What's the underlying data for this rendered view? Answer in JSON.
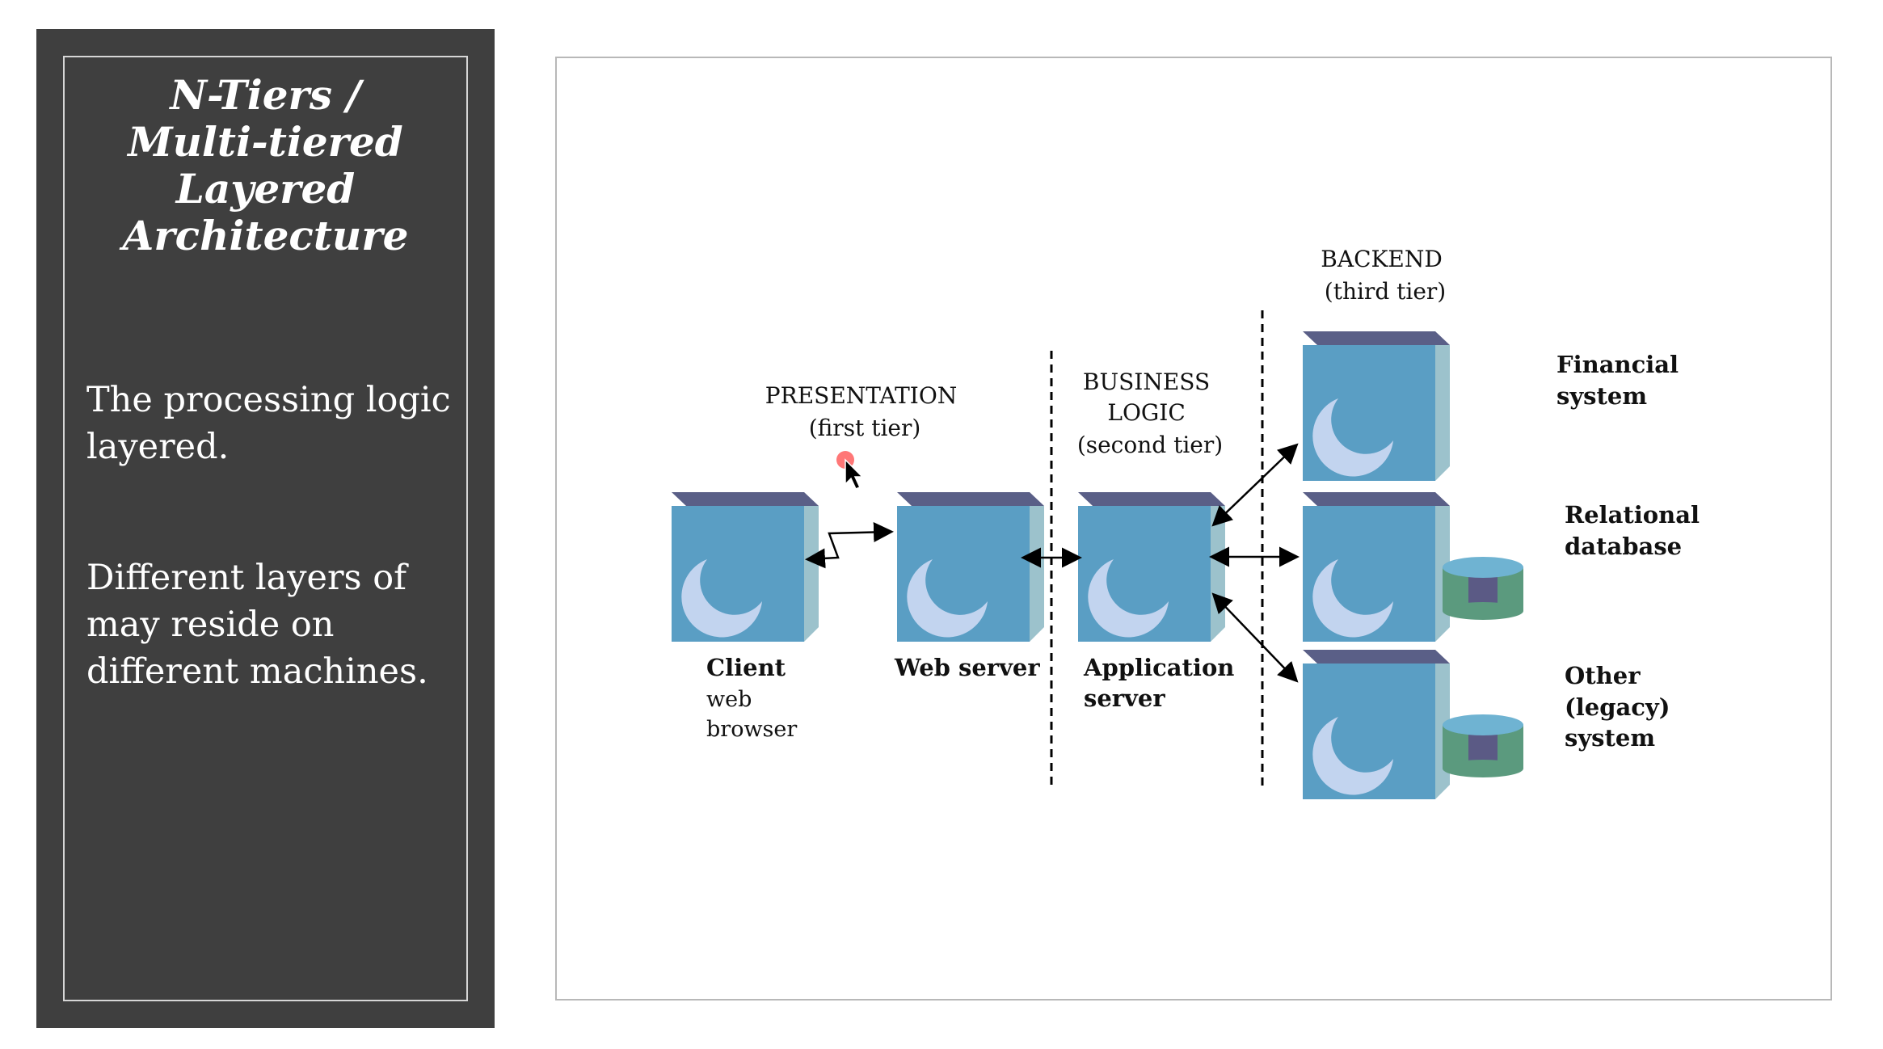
{
  "slide": {
    "title_lines": [
      "N-Tiers /",
      "Multi-tiered",
      "Layered",
      "Architecture"
    ],
    "bullets": [
      "The processing logic layered.",
      "Different layers of may reside on different machines."
    ]
  },
  "diagram": {
    "tiers": {
      "presentation": [
        "PRESENTATION",
        "(first tier)"
      ],
      "business": [
        "BUSINESS",
        "LOGIC",
        "(second tier)"
      ],
      "backend": [
        "BACKEND",
        "(third tier)"
      ]
    },
    "nodes": {
      "client": [
        "Client",
        "web",
        "browser"
      ],
      "web_server": [
        "Web server"
      ],
      "application_server": [
        "Application",
        "server"
      ],
      "financial": [
        "Financial",
        "system"
      ],
      "relational": [
        "Relational",
        "database"
      ],
      "other": [
        "Other",
        "(legacy)",
        "system"
      ]
    }
  },
  "colors": {
    "panel": "#3f3f3f",
    "cube_front": "#5a9ec4",
    "cube_top": "#5a5f87",
    "cube_side": "#9cc2cc",
    "moon": "#c2d4ef",
    "cylinder_green": "#5b9a7e",
    "cylinder_purple": "#5b5a85",
    "cylinder_top": "#6fb3d2"
  },
  "icons": [
    "mouse-pointer-icon"
  ]
}
